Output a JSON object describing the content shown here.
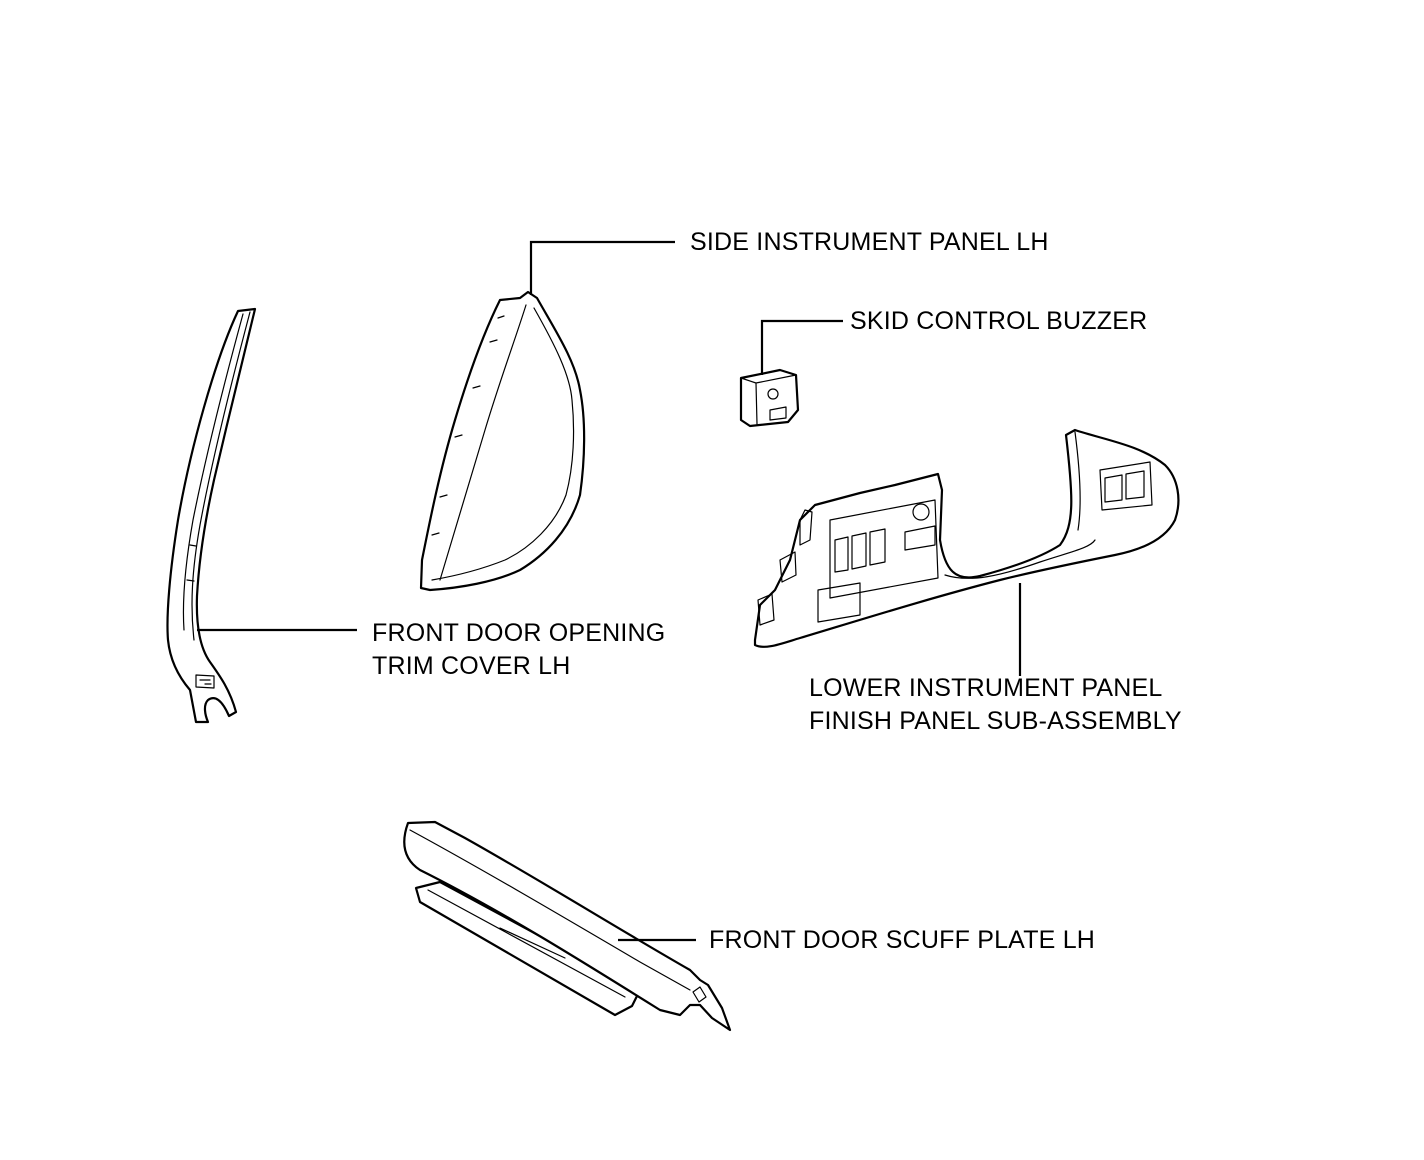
{
  "labels": {
    "side_instrument_panel": "SIDE INSTRUMENT PANEL LH",
    "skid_control_buzzer": "SKID CONTROL BUZZER",
    "front_door_opening_trim": [
      "FRONT DOOR OPENING",
      "TRIM COVER LH"
    ],
    "lower_instrument_panel": [
      "LOWER INSTRUMENT PANEL",
      "FINISH PANEL SUB-ASSEMBLY"
    ],
    "front_door_scuff_plate": "FRONT DOOR SCUFF PLATE LH"
  },
  "colors": {
    "line": "#000000",
    "background": "#ffffff"
  }
}
